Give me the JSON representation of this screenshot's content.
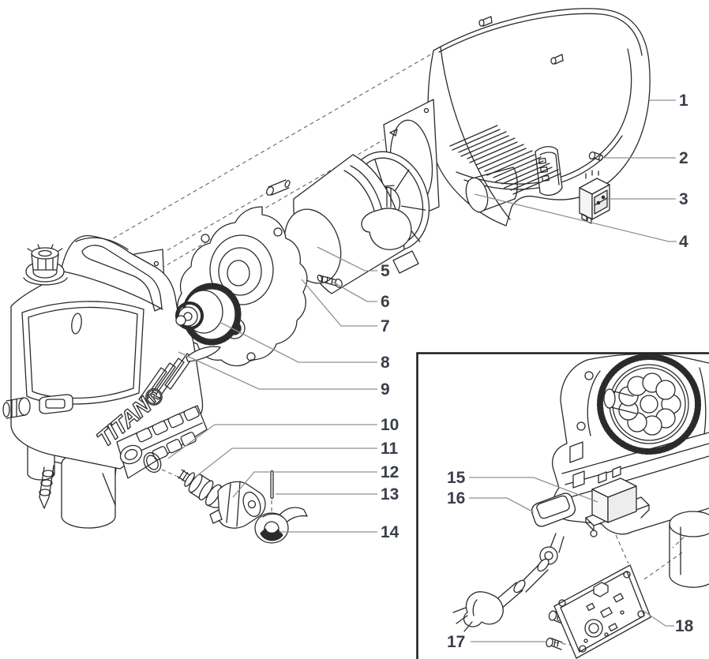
{
  "diagram": {
    "brand_logo": "TITAN®",
    "callouts": [
      "1",
      "2",
      "3",
      "4",
      "5",
      "6",
      "7",
      "8",
      "9",
      "10",
      "11",
      "12",
      "13",
      "14",
      "15",
      "16",
      "17",
      "18"
    ],
    "colors": {
      "background": "#ffffff",
      "line": "#2b2b2b",
      "leader": "#8f9194",
      "callout_text": "#3a3e48",
      "inset_border": "#1a1a1a"
    }
  }
}
